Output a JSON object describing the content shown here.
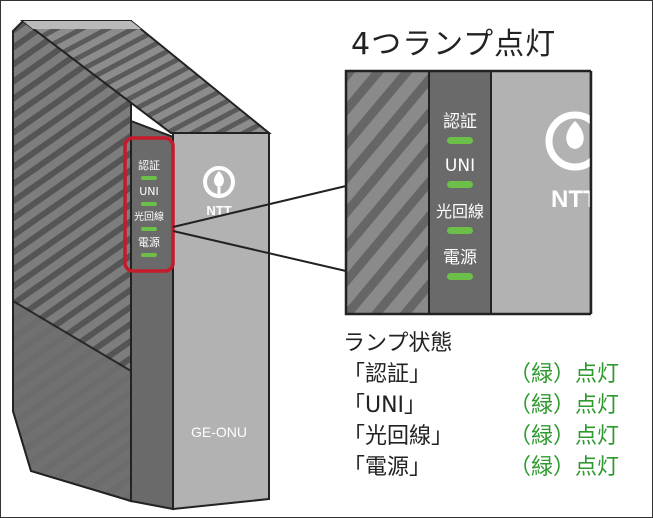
{
  "headline": "4つランプ点灯",
  "device": {
    "model": "GE-ONU",
    "brand": "NTT"
  },
  "lamps": [
    {
      "label": "認証",
      "color": "#6cc04a"
    },
    {
      "label": "UNI",
      "color": "#6cc04a"
    },
    {
      "label": "光回線",
      "color": "#6cc04a"
    },
    {
      "label": "電源",
      "color": "#6cc04a"
    }
  ],
  "status": {
    "title": "ランプ状態",
    "rows": [
      {
        "name": "「認証」",
        "value": "（緑）点灯"
      },
      {
        "name": "「UNI」",
        "value": "（緑）点灯"
      },
      {
        "name": "「光回線」",
        "value": "（緑）点灯"
      },
      {
        "name": "「電源」",
        "value": "（緑）点灯"
      }
    ]
  },
  "colors": {
    "highlight": "#c41a2b",
    "lamp_green": "#6cc04a",
    "status_green": "#2f9a2f"
  }
}
